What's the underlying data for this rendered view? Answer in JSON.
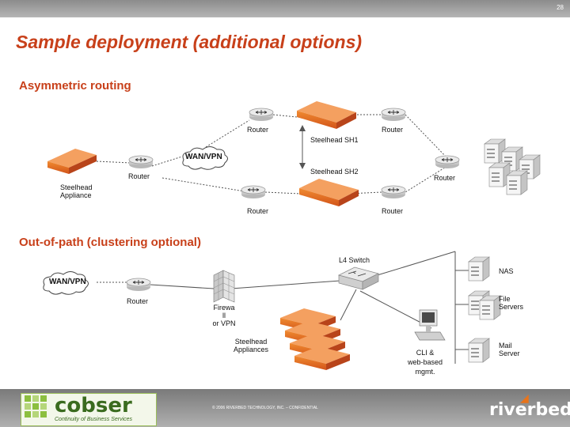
{
  "page_number": "28",
  "title": "Sample deployment (additional options)",
  "section1": {
    "heading": "Asymmetric routing",
    "router_top_left": "Router",
    "router_top_right": "Router",
    "sh1": "Steelhead SH1",
    "wan": "WAN/VPN",
    "sh2": "Steelhead SH2",
    "router_mid_left": "Router",
    "router_mid_right": "Router",
    "appliance": "Steelhead\nAppliance",
    "router_bottom_left": "Router",
    "router_bottom_right": "Router"
  },
  "section2": {
    "heading": "Out-of-path (clustering optional)",
    "l4": "L4 Switch",
    "nas": "NAS",
    "wan": "WAN/VPN",
    "router": "Router",
    "firewall": "Firewa\nll\nor VPN",
    "file_servers": "File\nServers",
    "appliances": "Steelhead\nAppliances",
    "cli": "CLI &\nweb-based\nmgmt.",
    "mail": "Mail\nServer"
  },
  "footer": {
    "company": "cobser",
    "tagline": "Continuity of Business Services",
    "copyright": "© 2006 RIVERBED TECHNOLOGY, INC. – CONFIDENTIAL",
    "brand": "riverbed"
  },
  "colors": {
    "accent": "#c8401a",
    "appliance": "#e8731a",
    "line": "#555555"
  }
}
